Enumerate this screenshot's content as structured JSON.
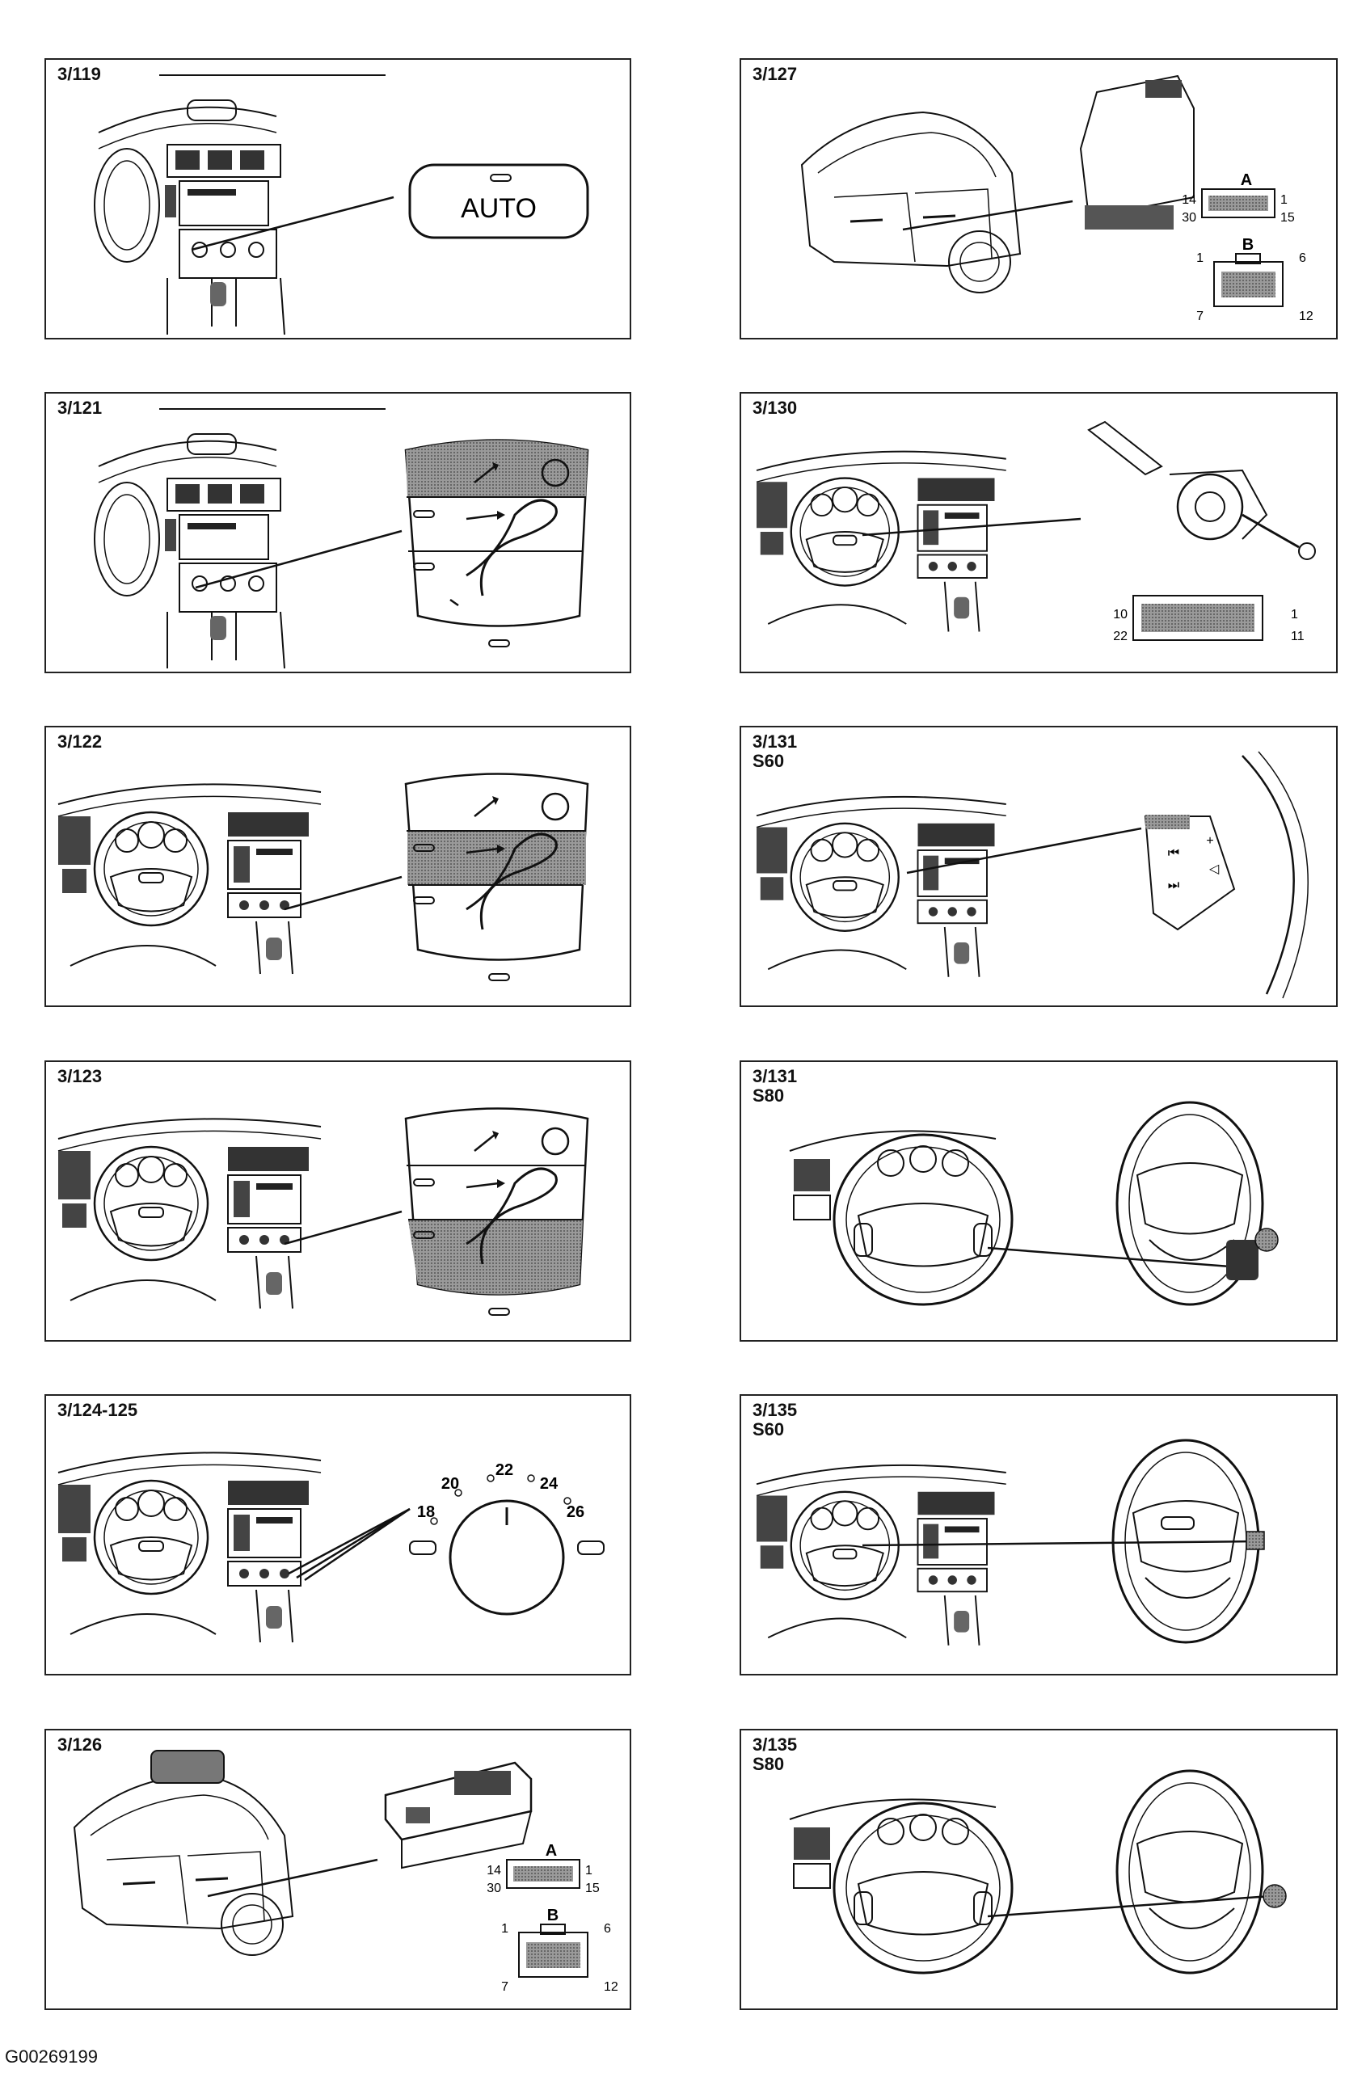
{
  "panels": [
    {
      "label": "3/119"
    },
    {
      "label": "3/127",
      "connector_a": {
        "name": "A",
        "pins": [
          "14",
          "1",
          "30",
          "15"
        ]
      },
      "connector_b": {
        "name": "B",
        "pins": [
          "1",
          "6",
          "7",
          "12"
        ]
      }
    },
    {
      "label": "3/121"
    },
    {
      "label": "3/130",
      "connector": {
        "pins": [
          "10",
          "1",
          "22",
          "11"
        ]
      }
    },
    {
      "label": "3/122"
    },
    {
      "label": "3/131\nS60"
    },
    {
      "label": "3/123"
    },
    {
      "label": "3/131\nS80"
    },
    {
      "label": "3/124-125",
      "dial_values": [
        "18",
        "20",
        "22",
        "24",
        "26"
      ]
    },
    {
      "label": "3/135\nS60"
    },
    {
      "label": "3/126",
      "connector_a": {
        "name": "A",
        "pins": [
          "14",
          "1",
          "30",
          "15"
        ]
      },
      "connector_b": {
        "name": "B",
        "pins": [
          "1",
          "6",
          "7",
          "12"
        ]
      }
    },
    {
      "label": "3/135\nS80"
    }
  ],
  "auto_button_text": "AUTO",
  "figure_id": "G00269199"
}
